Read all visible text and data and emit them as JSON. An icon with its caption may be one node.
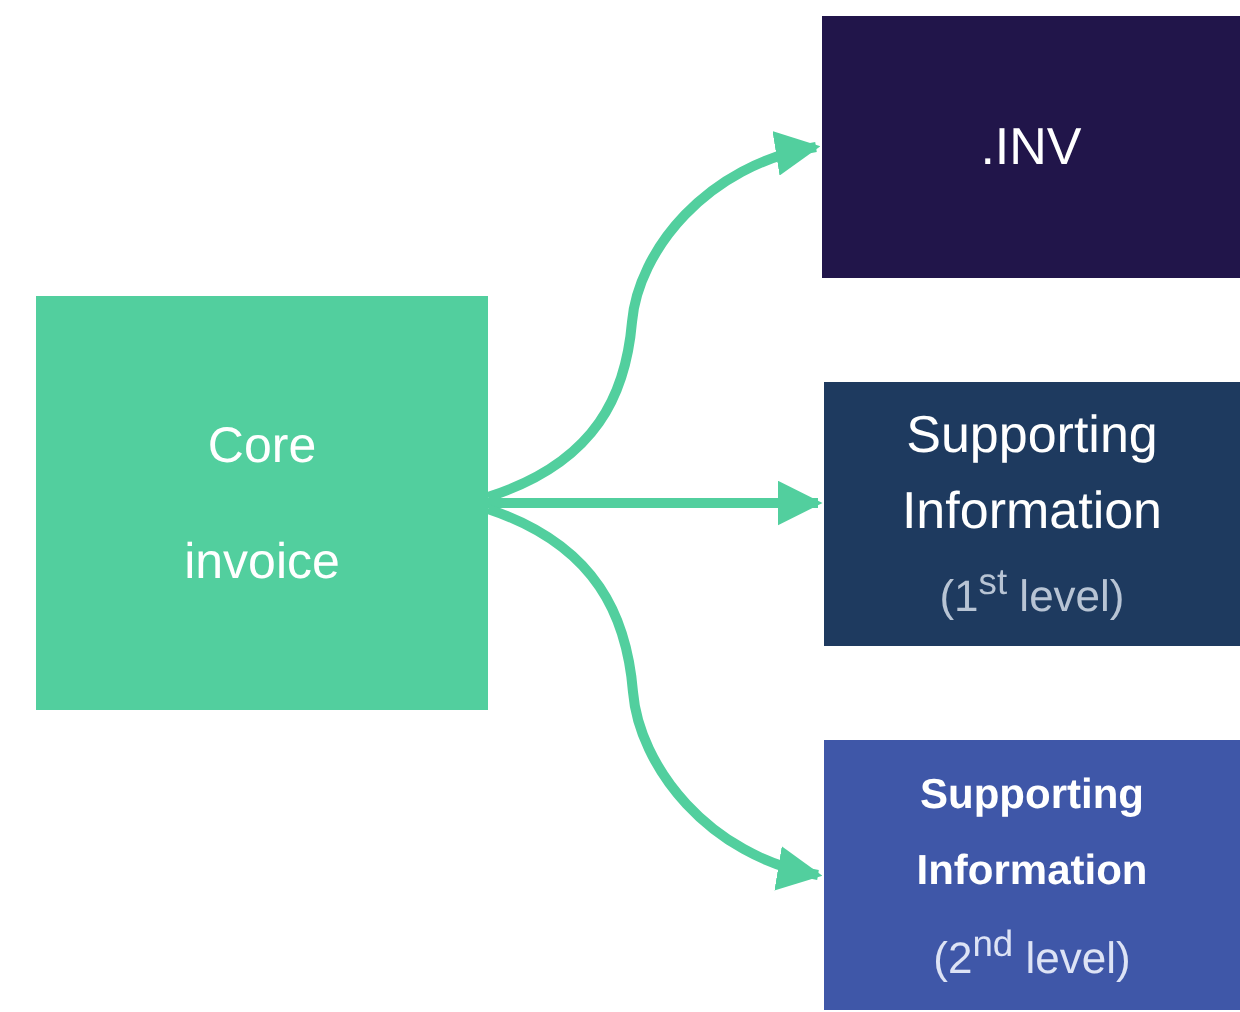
{
  "diagram": {
    "nodes": [
      {
        "text": [
          "Core invoice"
        ]
      },
      {
        "text": [
          ".INV"
        ]
      },
      {
        "text": [
          "Supporting Information",
          "(1$^{st}$ level)"
        ]
      },
      {
        "text": [
          "Supporting Information",
          "(2$^{nd}$ level)"
        ]
      }
    ],
    "edges": [
      {
        "from": 0,
        "to": 1,
        "arrow": "to"
      },
      {
        "from": 0,
        "to": 2,
        "arrow": "to"
      },
      {
        "from": 0,
        "to": 3,
        "arrow": "to"
      }
    ]
  }
}
